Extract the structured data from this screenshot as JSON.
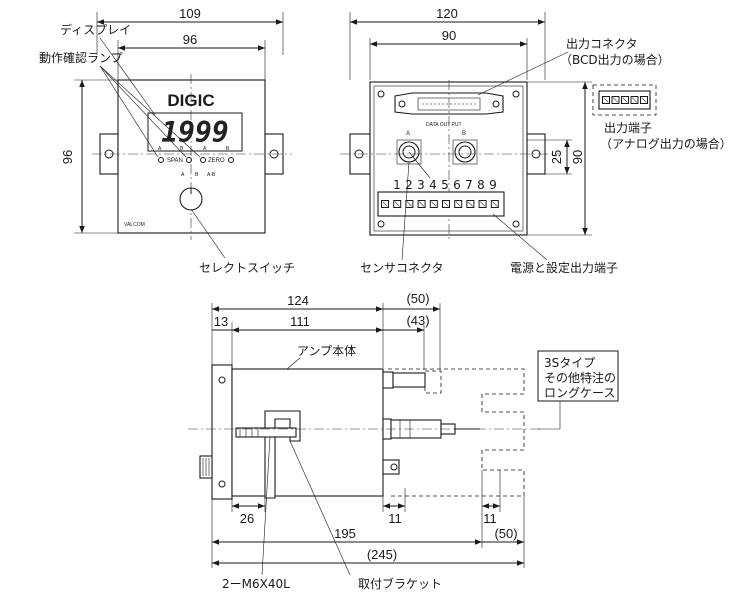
{
  "front_view": {
    "brand": "DIGIC",
    "display_value": "1999",
    "width_total": "109",
    "width_inner": "96",
    "height": "96",
    "label_display": "ディスプレイ",
    "label_lamp": "動作確認ランプ",
    "label_select_switch": "セレクトスイッチ",
    "panel_marks": [
      "A",
      "B",
      "A",
      "B"
    ],
    "span_label": "SPAN",
    "zero_label": "ZERO",
    "switch_positions": [
      "A",
      "B",
      "A-B"
    ],
    "maker_mark": "VALCOM"
  },
  "rear_view": {
    "width_total": "120",
    "width_inner": "90",
    "height": "90",
    "height_small": "25",
    "label_connector": "出力コネクタ",
    "label_connector_note": "（BCD出力の場合）",
    "label_terminal": "出力端子",
    "label_terminal_note": "（アナログ出力の場合）",
    "data_output_label": "DATA OUT PUT",
    "connector_a": "A",
    "connector_b": "B",
    "terminal_numbers": [
      "1",
      "2",
      "3",
      "4",
      "5",
      "6",
      "7",
      "8",
      "9"
    ],
    "label_sensor_connector": "センサコネクタ",
    "label_power_terminal": "電源と設定出力端子"
  },
  "side_view": {
    "dim_124": "124",
    "dim_50_top": "(50)",
    "dim_13": "13",
    "dim_111": "111",
    "dim_43": "(43)",
    "label_amp_body": "アンプ本体",
    "note_lines": [
      "3Sタイプ",
      "その他特注の",
      "ロングケース"
    ],
    "dim_26": "26",
    "dim_11_a": "11",
    "dim_11_b": "11",
    "dim_195": "195",
    "dim_50_bottom": "(50)",
    "dim_245": "(245)",
    "label_screw": "2ーM6X40L",
    "label_bracket": "取付ブラケット"
  }
}
